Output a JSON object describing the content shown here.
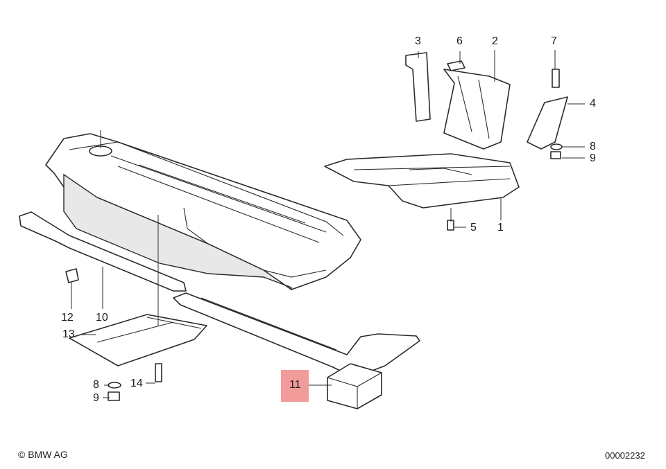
{
  "diagram": {
    "callouts": {
      "c1": "1",
      "c2": "2",
      "c3": "3",
      "c4": "4",
      "c5": "5",
      "c6": "6",
      "c7": "7",
      "c8a": "8",
      "c9a": "9",
      "c10": "10",
      "c11": "11",
      "c12": "12",
      "c13": "13",
      "c14": "14",
      "c8b": "8",
      "c9b": "9"
    },
    "highlight_color": "#f29b9b"
  },
  "footer": {
    "copyright": "© BMW AG",
    "code": "00002232"
  }
}
